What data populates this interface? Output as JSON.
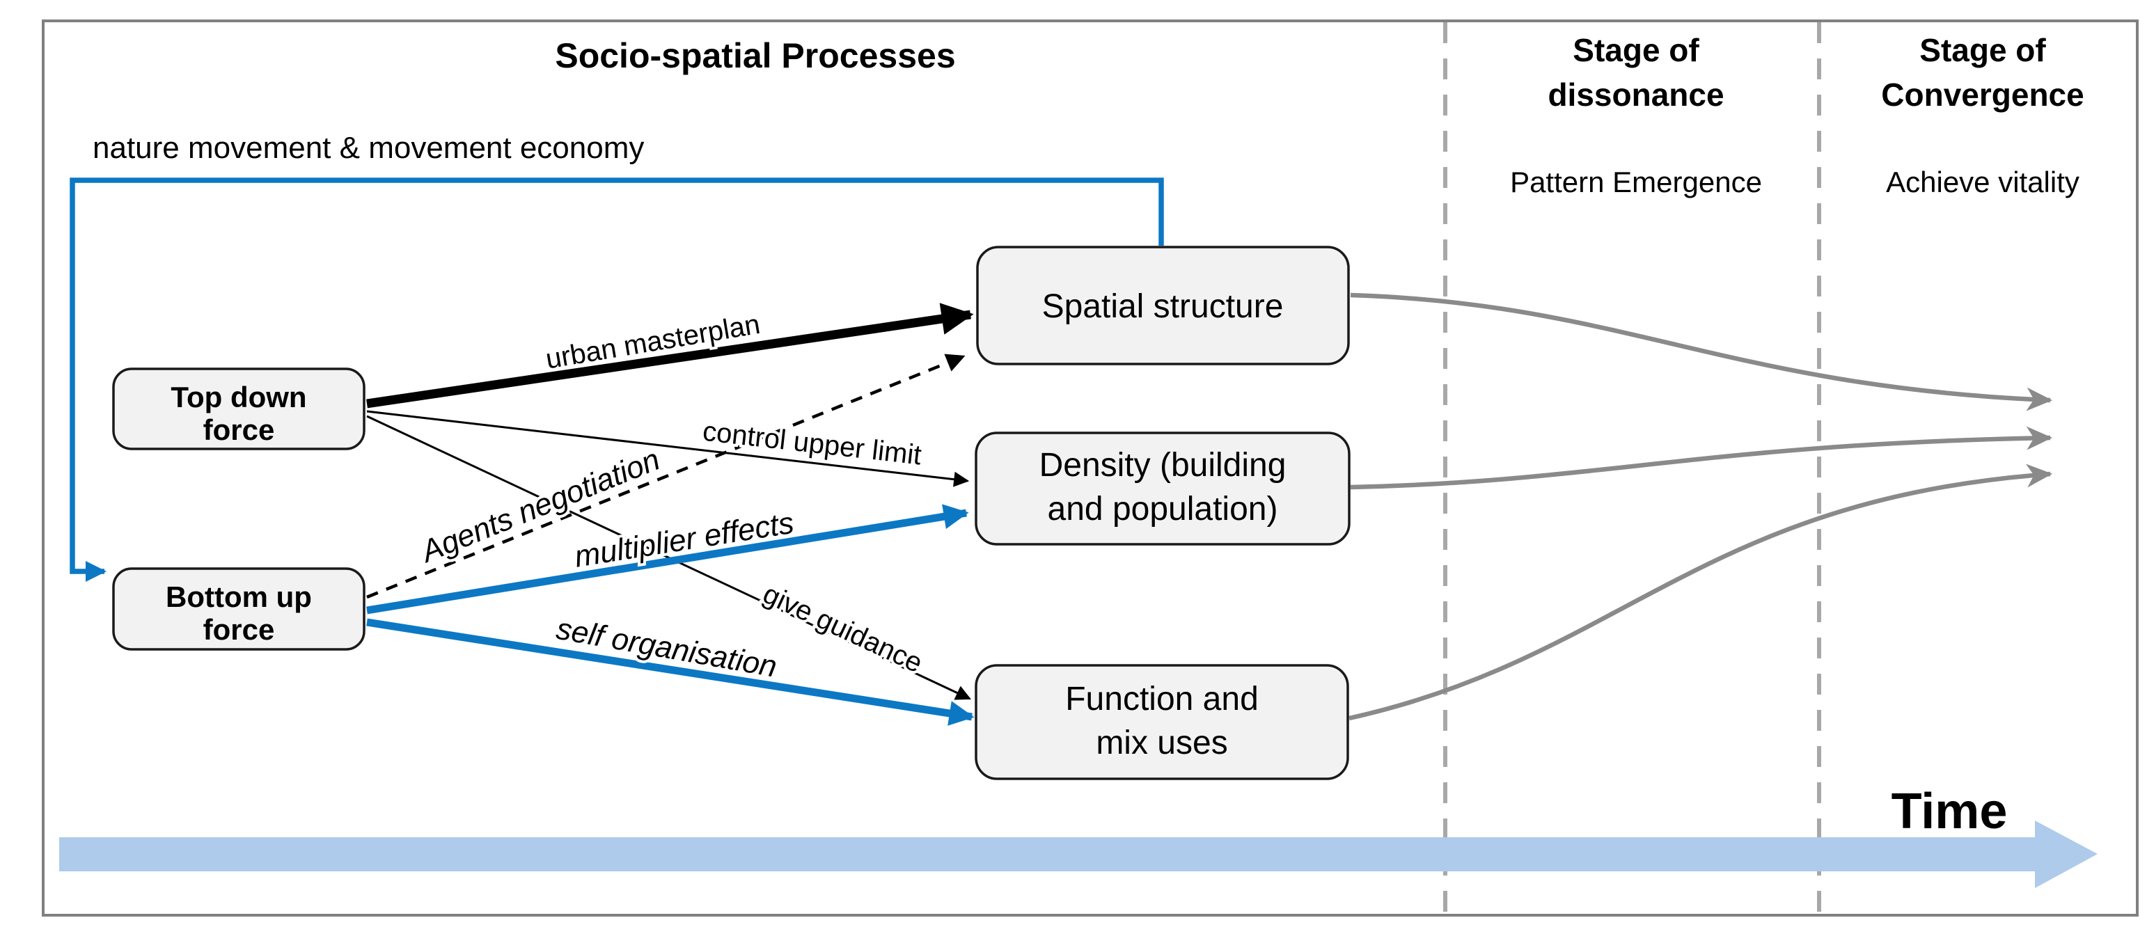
{
  "colors": {
    "accent_blue": "#0C78C4",
    "light_blue_band": "#AECBEC",
    "gray_line": "#8A8A8A",
    "dashed_separator": "#A8A8A8",
    "outer_border": "#808080",
    "box_fill": "#F2F2F2",
    "box_border": "#1A1A1A",
    "text": "#000000"
  },
  "header": {
    "title": "Socio-spatial Processes",
    "stages": [
      {
        "line1": "Stage of",
        "line2": "dissonance",
        "subtitle": "Pattern Emergence"
      },
      {
        "line1": "Stage of",
        "line2": "Convergence",
        "subtitle": "Achieve vitality"
      }
    ]
  },
  "boxes": {
    "top_down": {
      "lines": [
        "Top down",
        "force"
      ]
    },
    "bottom_up": {
      "lines": [
        "Bottom up",
        "force"
      ]
    },
    "spatial": {
      "label": "Spatial structure"
    },
    "density": {
      "lines": [
        "Density (building",
        "and population)"
      ]
    },
    "function": {
      "lines": [
        "Function and",
        "mix uses"
      ]
    }
  },
  "edges": {
    "feedback": {
      "label": "nature movement & movement economy",
      "style": "blue elbow arrow"
    },
    "urban_masterplan": {
      "label": "urban masterplan",
      "style": "thick black arrow"
    },
    "control_upper_limit": {
      "label": "control upper limit",
      "style": "thin black arrow"
    },
    "give_guidance": {
      "label": "give guidance",
      "style": "thin black arrow"
    },
    "agents_negotiation": {
      "label": "Agents negotiation",
      "style": "dashed black arrow"
    },
    "multiplier_effects": {
      "label": "multiplier effects",
      "style": "thick blue arrow"
    },
    "self_organisation": {
      "label": "self organisation",
      "style": "thick blue arrow"
    }
  },
  "convergence_arrows": {
    "count": 3,
    "style": "gray curves merging to the right"
  },
  "timeline": {
    "label": "Time"
  }
}
